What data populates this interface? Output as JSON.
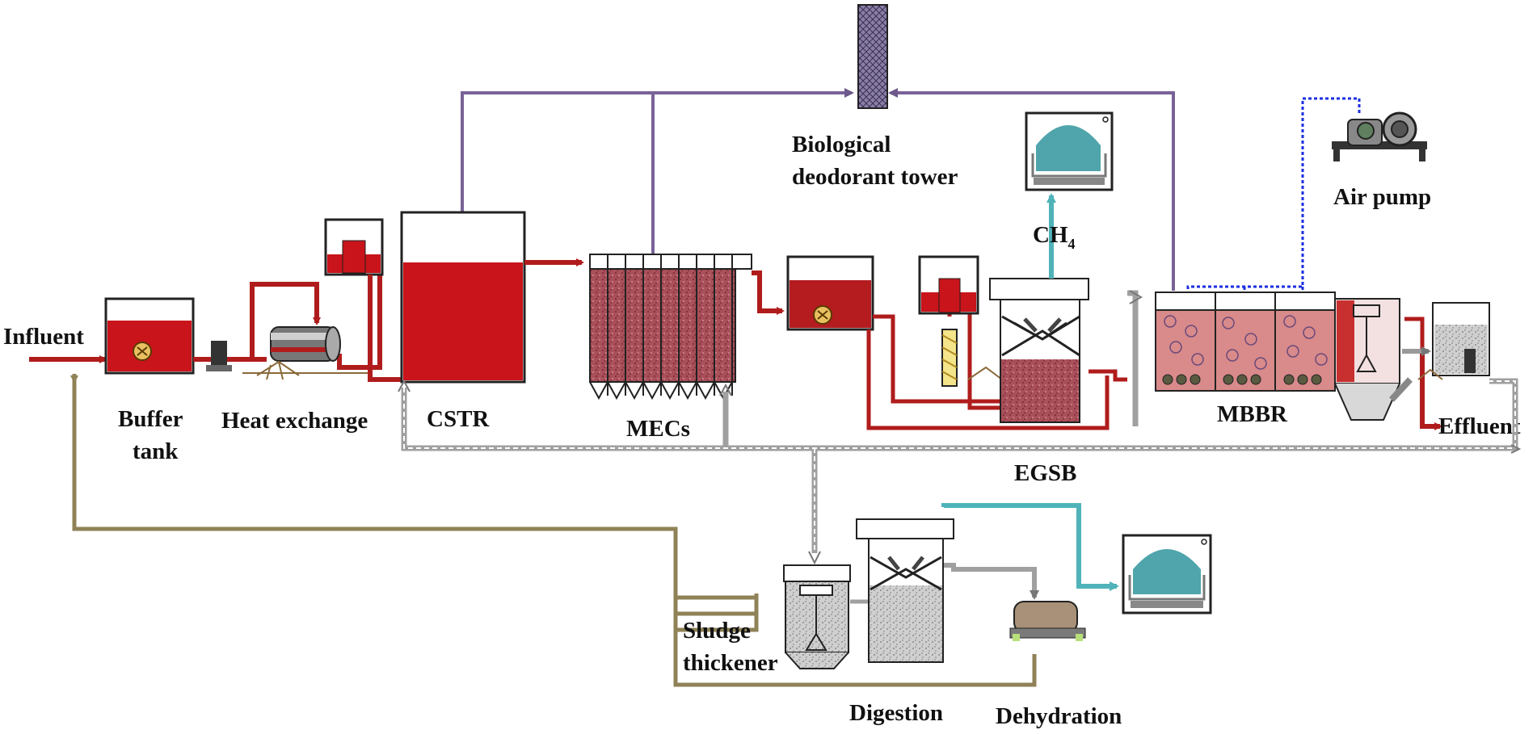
{
  "labels": {
    "influent": "Influent",
    "buffer_tank_1": "Buffer",
    "buffer_tank_2": "tank",
    "heat_exchange": "Heat exchange",
    "cstr": "CSTR",
    "mecs": "MECs",
    "bio_tower_1": "Biological",
    "bio_tower_2": "deodorant tower",
    "ch4_main": "CH",
    "ch4_sub": "4",
    "air_pump": "Air pump",
    "mbbr": "MBBR",
    "effluent": "Effluent",
    "egsb": "EGSB",
    "sludge_thickener_1": "Sludge",
    "sludge_thickener_2": "thickener",
    "digestion": "Digestion",
    "dehydration": "Dehydration"
  },
  "colors": {
    "liquid_line": "#b01c1c",
    "liquid_fill": "#c8141a",
    "gas_line": "#7a6298",
    "biogas_line": "#4fb3b9",
    "air_line": "#1b2fe0",
    "sludge_return": "#8f8257",
    "sludge_pipe": "#aaaaaa"
  }
}
